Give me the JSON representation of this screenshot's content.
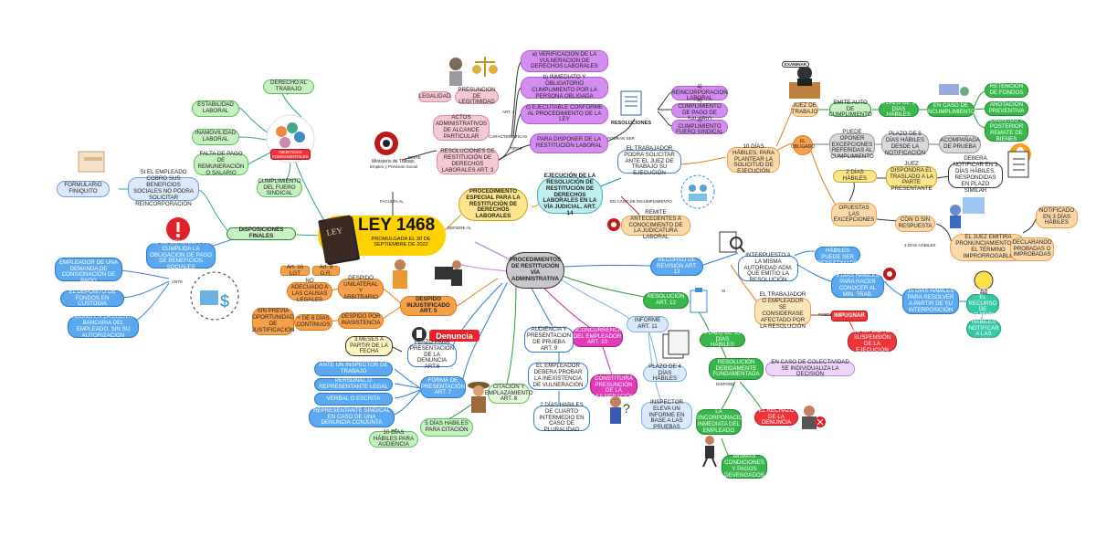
{
  "center": {
    "title": "LEY 1468",
    "subtitle": "PROMULGADA EL 30 DE SEPTIEMBRE DE 2022"
  },
  "ministerio": {
    "line1": "Ministerio de Trabajo,",
    "line2": "Empleo y Previsión Social"
  },
  "edge_labels": {
    "emite": "EMITE",
    "facultaal": "FACULTA AL",
    "refiere": "REFIERE AL",
    "art4": "ART. 4",
    "caracteristicas": "CARACTERISTICAS",
    "tipos": "TIPOS",
    "podran_ser": "PODRAN SER",
    "en_caso": "EN CASO DE INCUMPLIMIENTO",
    "ante": "ANTE",
    "si": "SI",
    "puede": "PUEDE",
    "dispone": "DISPONE",
    "tres_dias": "3 DÍAS HÁBILES"
  },
  "nodes": {
    "derecho_trabajo": "DERECHO AL TRABAJO",
    "estabilidad": "ESTABILIDAD LABORAL",
    "inamovilidad": "INAMOVILIDAD LABORAL",
    "falta_pago": "FALTA DE PAGO DE REMUNERACIÓN O SALARIO",
    "cumplimiento_fuero": "CUMPLIMIENTO DEL FUERO SINDICAL",
    "objetivos": "OBJETIVOS FUNDAMENTALES",
    "si_empleado": "SI EL EMPLEADO COBRO SUS BENEFICIOS SOCIALES NO PODRA SOLICITAR REINCORPORACIÓN",
    "formulario": "FORMULARIO FINIQUITO",
    "disposiciones": "DISPOSICIONES FINALES",
    "no_considerara": "NO SE CONSIDERARA CUMPLIDA LA OBLIGACION DE PAGO DE BENEFICIOS SOCIALES",
    "presentacion_demanda": "PRESENTACIÓN DEL EMPLEADOR DE UNA DEMANDA DE CONSIGNACIÓN DE PAGO",
    "deposito": "EL DEPOSITO DE FONDOS EN CUSTODIA",
    "abono": "ABONO EN LA CUENTA BANCARIA DEL EMPLEADO, SIN SU AUTORIZACION",
    "legalidad": "LEGALIDAD",
    "presuncion_leg": "PRESUNCION DE LEGITIMIDAD",
    "actos": "ACTOS ADMINISTRATIVOS DE ALCANCE PARTICULAR",
    "resoluciones_restitucion": "RESOLUCIONES DE RESTITUCIÓN DE DERECHOS LABORALES ART. 3",
    "a_verificacion": "a) VERIFICACION DE LA VULNERACION DE DERECHOS LABORALES",
    "b_inmediato": "b) INMEDIATO Y OBLIGATORIO CUMPLIMIENTO POR LA PERSONA OBLIGADA",
    "c_ejecutable": "c) EJECUTABLE CONFORME AL PROCEDIMIENTO DE LA LEY",
    "para_disponer": "PARA DISPONER DE LA RESTITUCIÓN LABORAL",
    "resoluciones": "RESOLUCIONES",
    "a_reincorporacion": "a) REINCORPORACION LABORAL",
    "b_cumplimiento_pago": "b) CUMPLIMIENTO DE PAGO DE SALARIO",
    "c_cumplimiento_fuero": "c) CUMPLIMIENTO FUERO SINDICAL",
    "procedimiento_especial": "PROCEDIMIENTO ESPECIAL PARA LA RESTITUCIÓN DE DERECHOS LABORALES",
    "ejecucion": "EJECUCIÓN DE LA RESOLUCIÓN DE RESTITUCIÓN DE DERECHOS LABORALES EN LA VÍA JUDICIAL. ART. 14",
    "el_trabajador_podra": "EL TRABAJADOR PODRA SOLICITAR ANTE EL JUEZ DE TRABAJO SU EJECUCIÓN",
    "remite": "REMITE ANTECEDENTES A CONOCIMIENTO DE LA JUDICATURA LABORAL",
    "diez_dias_habiles": "10 DÍAS HÁBILES, PARA PLANTEAR LA SOLICITUD DE EJECUCIÓN",
    "juez_trabajo": "JUEZ DE TRABAJO",
    "emite_auto": "EMITE AUTO DE CUMPLIMIENTO",
    "plazo_3": "PLAZO DE 3 DÍAS HÁBILES",
    "en_caso_incumplimiento": "EN CASO DE INCUMPLIMIENTO",
    "retencion": "RETENCIÓN DE FONDOS",
    "anotacion": "ANOTACIÓN PREVENTIVA",
    "embargo": "EMBARGO Y POSTERIOR REMATE DE BIENES",
    "el_obligado": "EL OBLIGADO",
    "puede_oponer": "PUEDE OPONER EXCEPCIONES REFERIDAS AL CUMPLIMIENTO",
    "plazo_5": "PLAZO DE 5 DÍAS HÁBILES DESDE LA NOTIFICACIÓN",
    "acompanada": "ACOMPAÑADA DE PRUEBA",
    "dos_dias": "2 DÍAS HÁBILES",
    "juez_dispondra": "JUEZ DISPONDRA EL TRASLADO A LA PARTE PRESENTANTE",
    "debera_notificar": "DEBERA NOTIFICAR EN 3 DÍAS HÁBILES, RESPONDIDAS EN PLAZO SIMILAR",
    "opuestas": "OPUESTAS LAS EXCEPCIONES",
    "con_o_sin": "CON O SIN RESPUESTA",
    "el_juez_emitira": "EL JUEZ EMITIRA PRONUNCIAMIENTO EN EL TÉRMINO IMPRORROGABLE",
    "notificado": "NOTIFICADO EN 3 DÍAS HÁBILES",
    "declarando": "DECLARANDO PROBADAS O IMPROBADAS",
    "despido_injustificado": "DESPIDO INJUSTIFICADO ART. 5",
    "art16": "Art. 16 LGT",
    "art9": "Art. 9 D.R.",
    "despido_unilateral": "DESPIDO UNILATERAL Y ARBITRARIO",
    "no_adecuado": "NO ADECUADO A LAS CAUSAS LEGALES",
    "despido_inasistencia": "DESPIDO POR INASISTENCIA",
    "mas_6_dias": "+ DE 6 DÍAS CONTINUOS",
    "sin_previa": "SIN PREVIA OPORTUNIDAD DE JUSTIFICACIÓN",
    "procedimientos_admin": "PROCEDIMIENTOS DE RESTITUCIÓN VÍA ADMINISTRATIVA",
    "recurso_revision": "RECURSO DE REVISIÓN ART. 13",
    "interpuesto": "INTERPUESTO A LA MISMA AUTORIDAD ADM. QUE EMITIO LA RESOLUCIÓN",
    "cinco_dias_puede": "5 DÍAS HÁBILES PUEDE SER DESESTIMADO",
    "tres_dias_para_hacer": "3 DÍAS HÁBILES PARA HACER CONOCER AL MIN. TRAB.",
    "quince_dias": "15 DÍAS HÁBILES PARA RESOLVER A PARTIR DE SU INTERPOSICIÓN",
    "resuelto": "RESUELTO EL RECURSO DE REVISIÓN",
    "tres_dias_notificar": "3 DÍAS HÁBILES NOTIFICAR A LAS PARTES",
    "el_trabajador_o_empleador": "EL TRABAJADOR O EMPLEADOR SE CONSIDERASE AFECTADO POR LA RESOLUCIÓN",
    "impugnar": "IMPUGNAR",
    "no_implica": "NO IMPLICA LA SUSPENSIÓN DE LA EJECUCIÓN",
    "resolucion_art12": "RESOLUCIÓN ART. 12",
    "informe": "INFORME ART. 11",
    "plazo_10": "PLAZO DE 10 DÍAS HÁBILES",
    "plazo_4": "PLAZO DE 4 DÍAS HÁBILES",
    "inspector_eleva": "INSPECTOR ELEVA UN INFORME EN BASE A LAS PRUEBAS",
    "resolucion_fundamentada": "RESOLUCIÓN DEBIDAMENTE FUNDAMENTADA",
    "en_caso_colectividad": "EN CASO DE COLECTIVIDAD SE INDIVIDUALIZA LA DECISIÓN",
    "la_reincorporacion": "LA REINCORPORACION INMEDIATA DEL EMPLEADO",
    "el_rechazo": "EL RECHAZO DE LA DENUNCIA",
    "mismas_condiciones": "MISMAS CONDICIONES Y PAGOS DEVENGADOS",
    "audiencia": "AUDIENCIA Y PRESENTACION DE PRUEBA ART. 9",
    "el_empleador_debera": "EL EMPLEADOR DEBERA PROBAR LA INEXISTENCIA DE VULNERACIÓN",
    "dos_dias_cuarto": "2 DÍAS HABILES DE CUARTO INTERMEDIO EN CASO DE PLURALIDAD",
    "inconcurrencia": "INCONCURRENCIA DEL EMPLEADOR ART. 10",
    "se_constituira": "SE CONSTITUIRA PRESUNCIÓN DE LA VULNERACIÓN",
    "citacion": "CITACIÓN Y EMPLAZAMIENTO ART. 8",
    "cinco_dias_citacion": "5 DÍAS HABILES PARA CITACIÓN",
    "diez_dias_audiencia": "10 DÍAS HÁBILES PARA AUDIENCIA",
    "forma_presentacion": "FORMA DE PRESENTACIÓN ART. 7",
    "ante_inspector": "ANTE UN INSPECTOR DE TRABAJO",
    "personal": "PERSONAL O REPRESENTANTE LEGAL",
    "verbal": "VERBAL O ESCRITA",
    "representante_sindical": "REPRESENTANTE SINDICAL EN CASO DE UNA DENUNCIA CONJUNTA",
    "plazo_presentacion": "PLAZO PARA PRESENTACIÓN DE LA DENUNCIA ART.6",
    "tres_meses": "3 MESES A PARTIR DE LA FECHA",
    "denuncia": "Denuncia",
    "examinar": "EXAMINAR"
  },
  "colors": {
    "yellow": "#ffd200",
    "purple": "#d48cf0",
    "green": "#38b84a",
    "blue": "#5aa8f0",
    "orange": "#f6a04a",
    "red": "#f0343c"
  }
}
